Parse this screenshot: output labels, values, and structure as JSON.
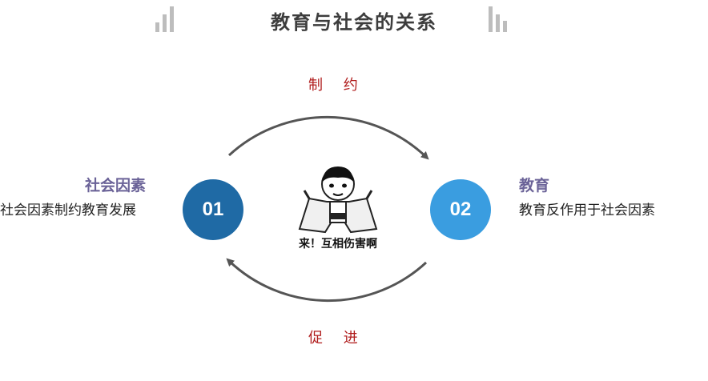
{
  "title": "教育与社会的关系",
  "top_label": "制  约",
  "bottom_label": "促  进",
  "left": {
    "number": "01",
    "heading": "社会因素",
    "description": "社会因素制约教育发展"
  },
  "right": {
    "number": "02",
    "heading": "教育",
    "description": "教育反作用于社会因素"
  },
  "meme": {
    "caption": "来！互相伤害啊",
    "icon": "meme-character-icon"
  },
  "colors": {
    "circle_left": "#1f6aa5",
    "circle_right": "#3a9de0",
    "heading": "#6b6398",
    "relation_label": "#b01c1c",
    "arrow": "#555555"
  }
}
